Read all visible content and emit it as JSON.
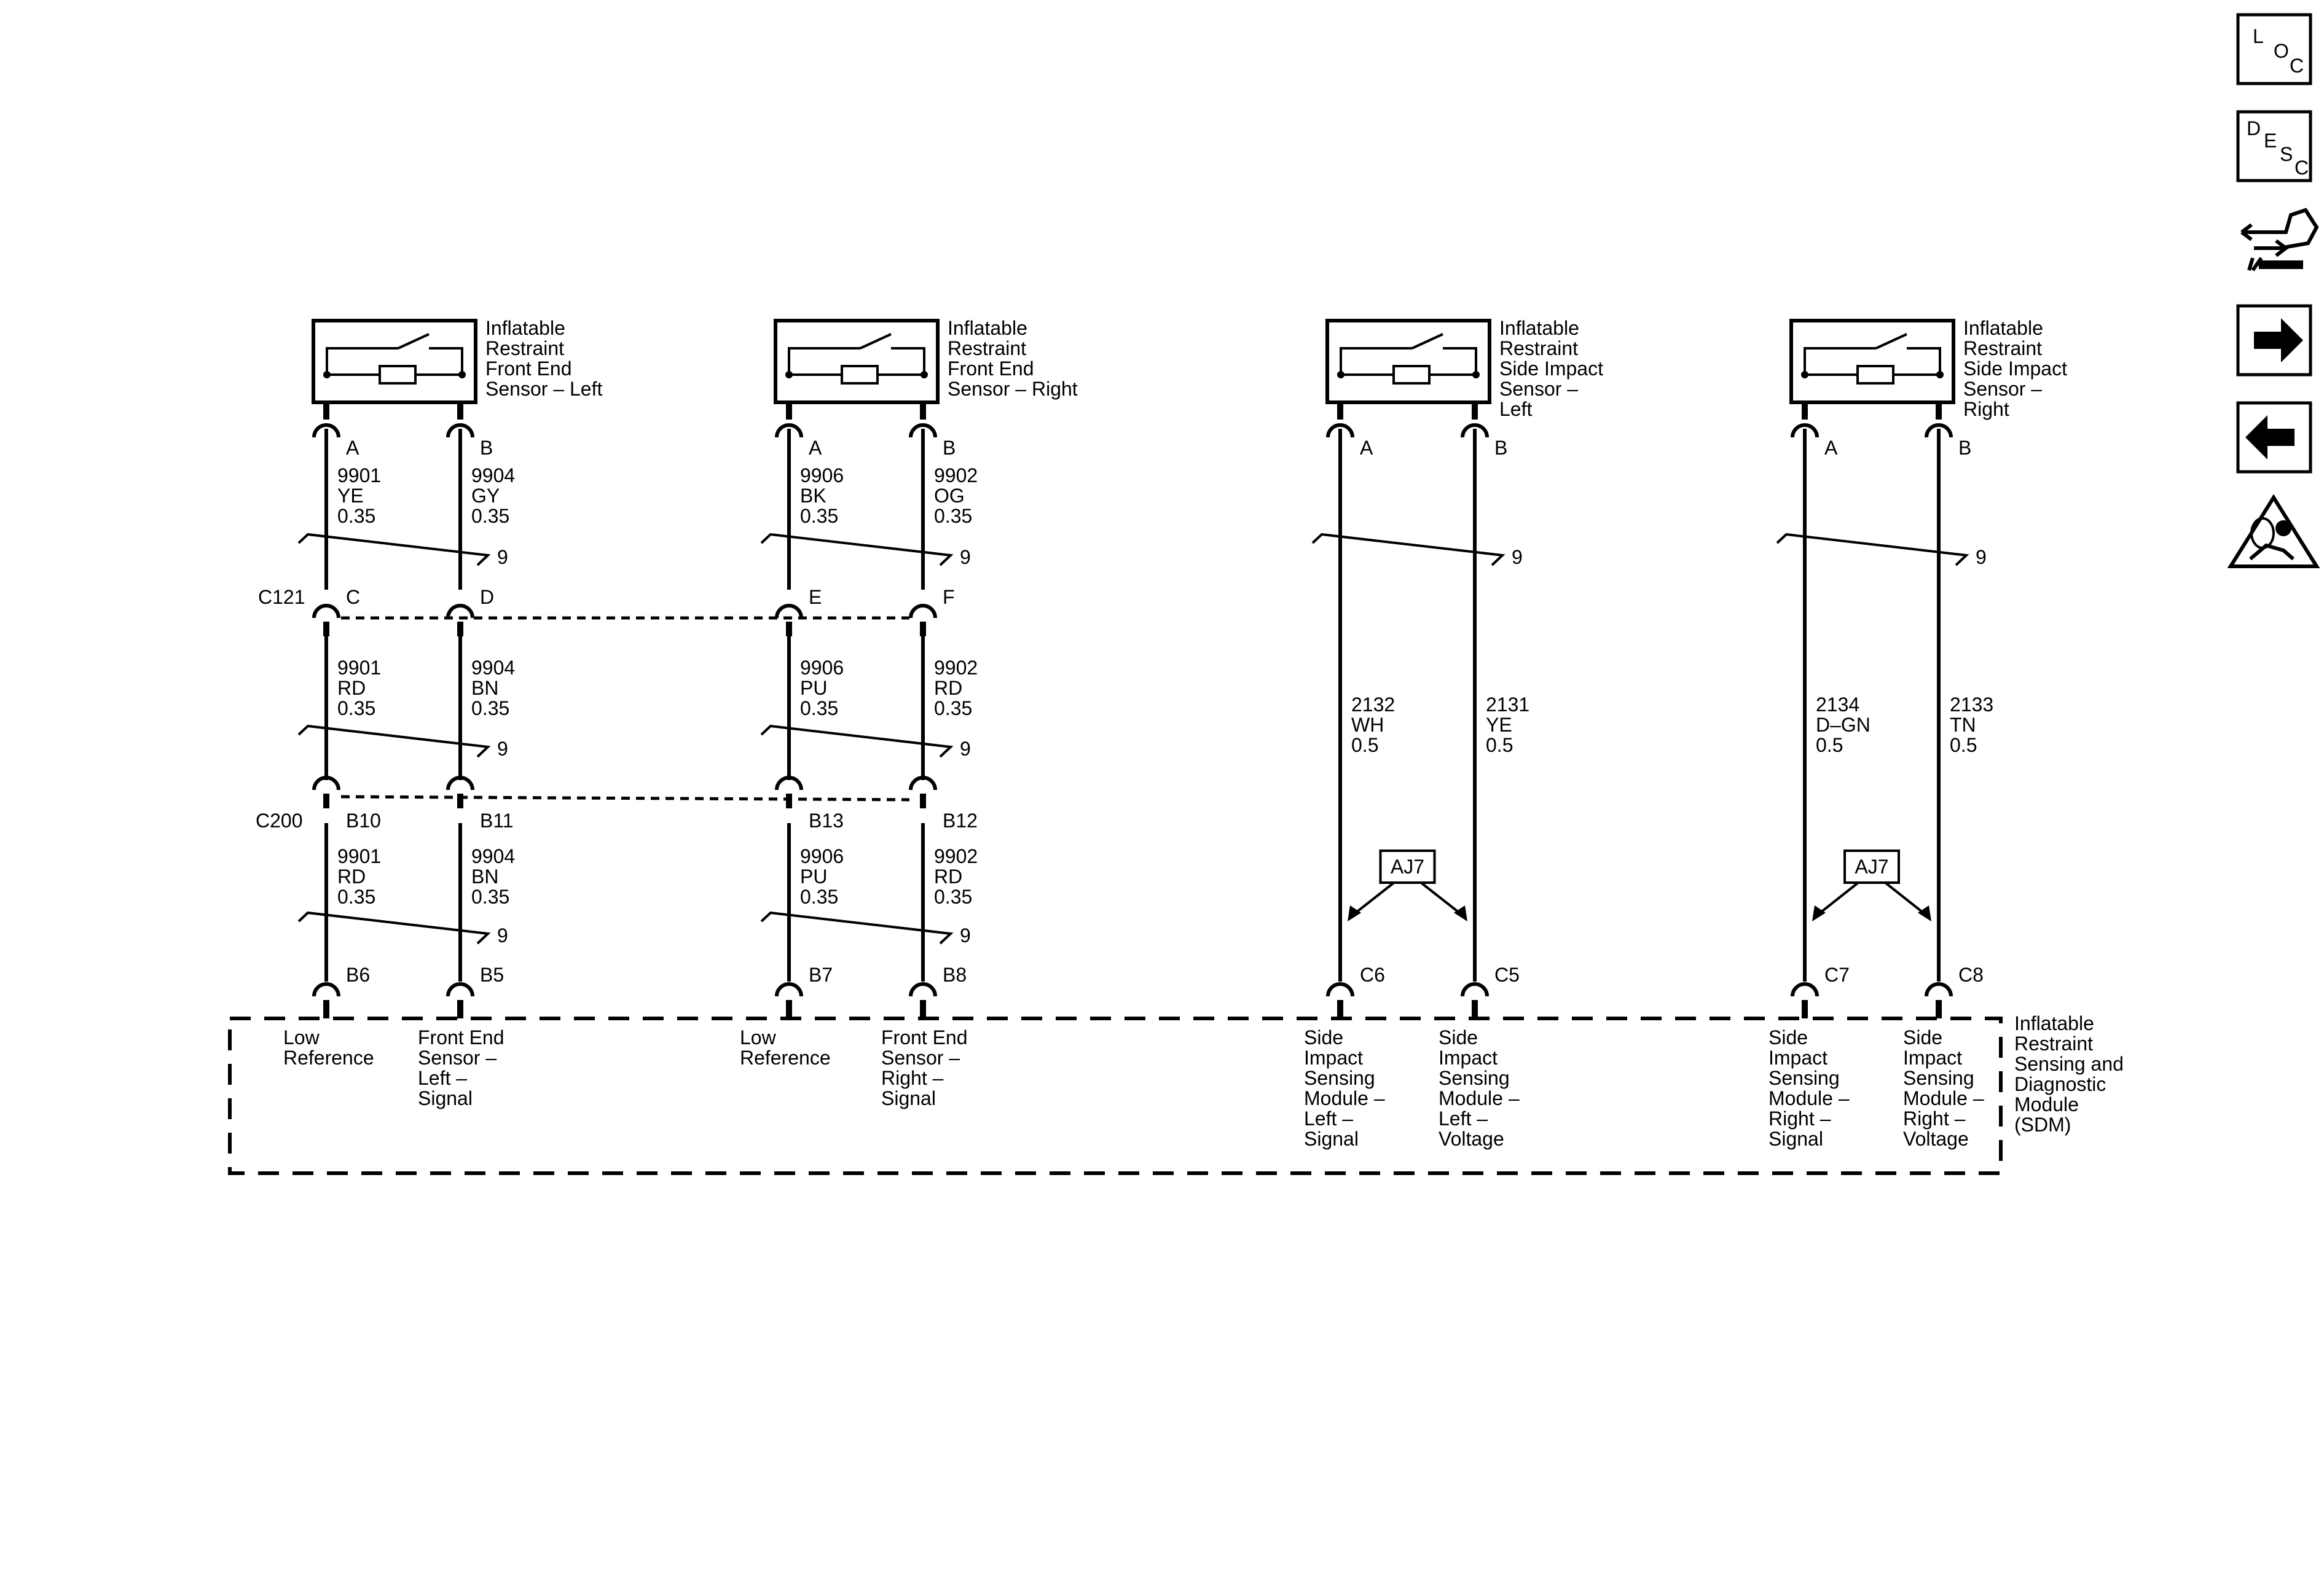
{
  "sensors": [
    {
      "lines": [
        "Inflatable",
        "Restraint",
        "Front End",
        "Sensor – Left"
      ],
      "pins": [
        {
          "cav": "A",
          "circuit": "9901",
          "color": "YE",
          "size": "0.35"
        },
        {
          "cav": "B",
          "circuit": "9904",
          "color": "GY",
          "size": "0.35"
        }
      ]
    },
    {
      "lines": [
        "Inflatable",
        "Restraint",
        "Front End",
        "Sensor – Right"
      ],
      "pins": [
        {
          "cav": "A",
          "circuit": "9906",
          "color": "BK",
          "size": "0.35"
        },
        {
          "cav": "B",
          "circuit": "9902",
          "color": "OG",
          "size": "0.35"
        }
      ]
    },
    {
      "lines": [
        "Inflatable",
        "Restraint",
        "Side Impact",
        "Sensor –",
        "Left"
      ],
      "pins": [
        {
          "cav": "A"
        },
        {
          "cav": "B"
        }
      ]
    },
    {
      "lines": [
        "Inflatable",
        "Restraint",
        "Side Impact",
        "Sensor –",
        "Right"
      ],
      "pins": [
        {
          "cav": "A"
        },
        {
          "cav": "B"
        }
      ]
    }
  ],
  "twist_label": "9",
  "c121": {
    "name": "C121",
    "cavities": [
      "C",
      "D",
      "E",
      "F"
    ],
    "wires": [
      {
        "circuit": "9901",
        "color": "RD",
        "size": "0.35"
      },
      {
        "circuit": "9904",
        "color": "BN",
        "size": "0.35"
      },
      {
        "circuit": "9906",
        "color": "PU",
        "size": "0.35"
      },
      {
        "circuit": "9902",
        "color": "RD",
        "size": "0.35"
      }
    ]
  },
  "c200": {
    "name": "C200",
    "cavities": [
      "B10",
      "B11",
      "B13",
      "B12"
    ],
    "wires": [
      {
        "circuit": "9901",
        "color": "RD",
        "size": "0.35"
      },
      {
        "circuit": "9904",
        "color": "BN",
        "size": "0.35"
      },
      {
        "circuit": "9906",
        "color": "PU",
        "size": "0.35"
      },
      {
        "circuit": "9902",
        "color": "RD",
        "size": "0.35"
      }
    ]
  },
  "side_wires": [
    {
      "circuit": "2132",
      "color": "WH",
      "size": "0.5"
    },
    {
      "circuit": "2131",
      "color": "YE",
      "size": "0.5"
    },
    {
      "circuit": "2134",
      "color": "D–GN",
      "size": "0.5"
    },
    {
      "circuit": "2133",
      "color": "TN",
      "size": "0.5"
    }
  ],
  "splice_refs": [
    "AJ7",
    "AJ7"
  ],
  "sdm": {
    "title_lines": [
      "Inflatable",
      "Restraint",
      "Sensing and",
      "Diagnostic",
      "Module",
      "(SDM)"
    ],
    "pins": [
      {
        "cav": "B6",
        "label": [
          "Low",
          "Reference"
        ]
      },
      {
        "cav": "B5",
        "label": [
          "Front End",
          "Sensor –",
          "Left –",
          "Signal"
        ]
      },
      {
        "cav": "B7",
        "label": [
          "Low",
          "Reference"
        ]
      },
      {
        "cav": "B8",
        "label": [
          "Front End",
          "Sensor –",
          "Right –",
          "Signal"
        ]
      },
      {
        "cav": "C6",
        "label": [
          "Side",
          "Impact",
          "Sensing",
          "Module –",
          "Left –",
          "Signal"
        ]
      },
      {
        "cav": "C5",
        "label": [
          "Side",
          "Impact",
          "Sensing",
          "Module –",
          "Left –",
          "Voltage"
        ]
      },
      {
        "cav": "C7",
        "label": [
          "Side",
          "Impact",
          "Sensing",
          "Module –",
          "Right –",
          "Signal"
        ]
      },
      {
        "cav": "C8",
        "label": [
          "Side",
          "Impact",
          "Sensing",
          "Module –",
          "Right –",
          "Voltage"
        ]
      }
    ]
  },
  "nav": {
    "loc": [
      "L",
      "O",
      "C"
    ],
    "desc": [
      "D",
      "E",
      "S",
      "C"
    ],
    "icons": [
      "connector-end-view-icon",
      "next-arrow-icon",
      "previous-arrow-icon",
      "airbag-warning-icon"
    ]
  }
}
